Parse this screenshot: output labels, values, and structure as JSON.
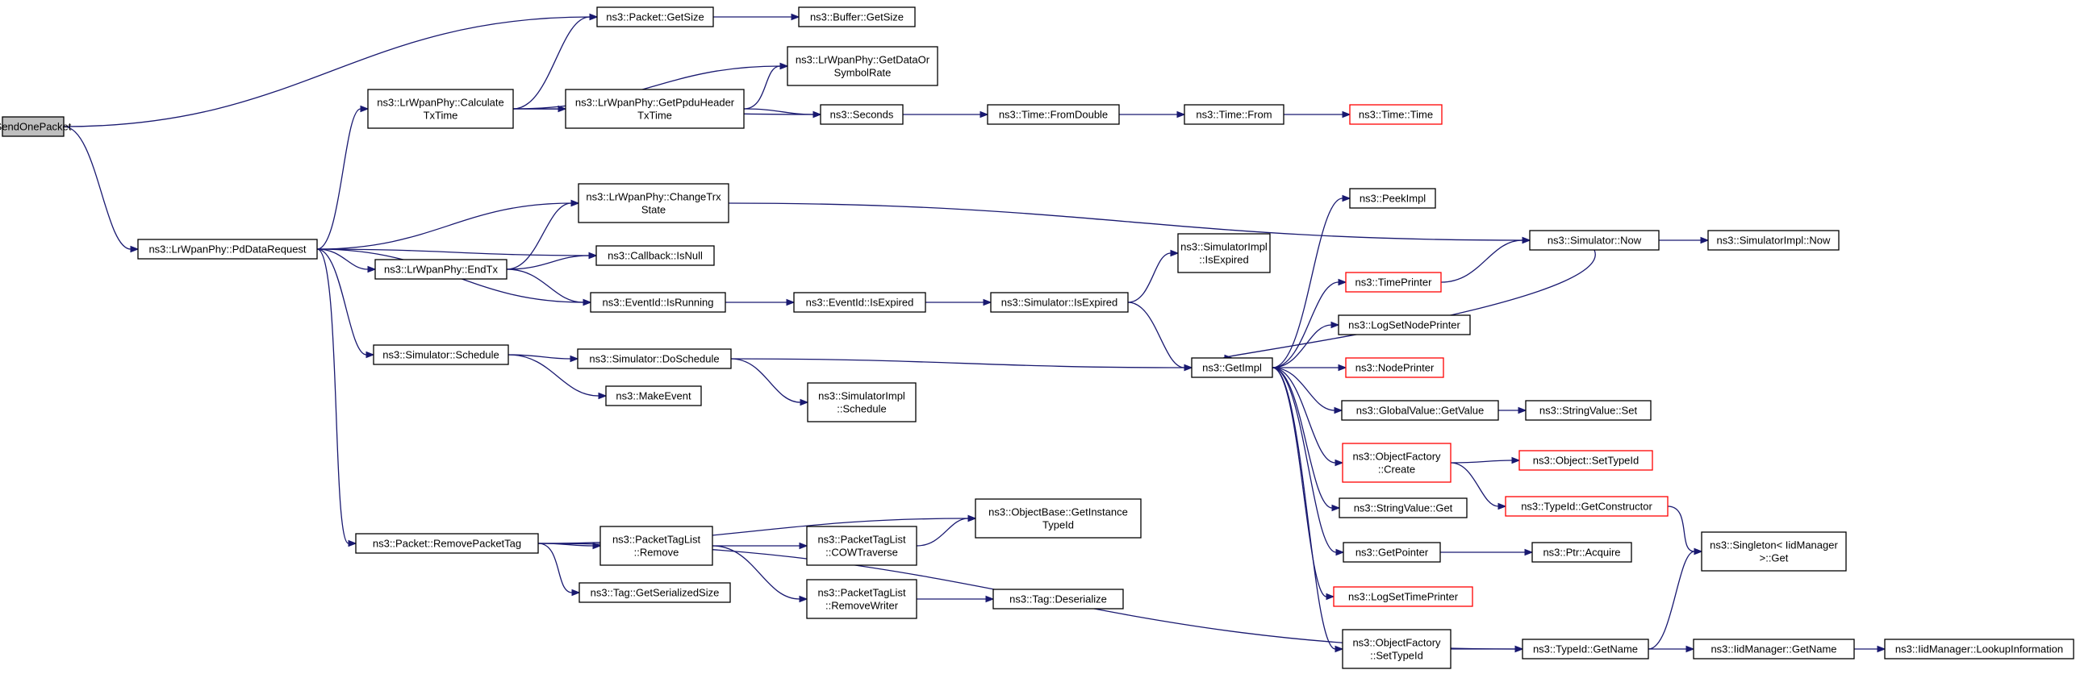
{
  "colors": {
    "edge": "#191970",
    "box_border": "#000000",
    "truncated_border": "#ff0000",
    "root_fill": "#bfbfbf"
  },
  "nodes": {
    "sendonepacket": {
      "lines": [
        "SendOnePacket"
      ],
      "style": "root"
    },
    "pdDataRequest": {
      "lines": [
        "ns3::LrWpanPhy::PdDataRequest"
      ],
      "style": "normal"
    },
    "calcTxTime": {
      "lines": [
        "ns3::LrWpanPhy::Calculate",
        "TxTime"
      ],
      "style": "normal"
    },
    "packetGetSize": {
      "lines": [
        "ns3::Packet::GetSize"
      ],
      "style": "normal"
    },
    "bufferGetSize": {
      "lines": [
        "ns3::Buffer::GetSize"
      ],
      "style": "normal"
    },
    "getDataOrSymbolRate": {
      "lines": [
        "ns3::LrWpanPhy::GetDataOr",
        "SymbolRate"
      ],
      "style": "normal"
    },
    "getPpduHeaderTxTime": {
      "lines": [
        "ns3::LrWpanPhy::GetPpduHeader",
        "TxTime"
      ],
      "style": "normal"
    },
    "seconds": {
      "lines": [
        "ns3::Seconds"
      ],
      "style": "normal"
    },
    "timeFromDouble": {
      "lines": [
        "ns3::Time::FromDouble"
      ],
      "style": "normal"
    },
    "timeFrom": {
      "lines": [
        "ns3::Time::From"
      ],
      "style": "normal"
    },
    "timeTime": {
      "lines": [
        "ns3::Time::Time"
      ],
      "style": "red"
    },
    "changeTrxState": {
      "lines": [
        "ns3::LrWpanPhy::ChangeTrx",
        "State"
      ],
      "style": "normal"
    },
    "callbackIsNull": {
      "lines": [
        "ns3::Callback::IsNull"
      ],
      "style": "normal"
    },
    "endTx": {
      "lines": [
        "ns3::LrWpanPhy::EndTx"
      ],
      "style": "normal"
    },
    "eventIdIsRunning": {
      "lines": [
        "ns3::EventId::IsRunning"
      ],
      "style": "normal"
    },
    "eventIdIsExpired": {
      "lines": [
        "ns3::EventId::IsExpired"
      ],
      "style": "normal"
    },
    "simulatorIsExpired": {
      "lines": [
        "ns3::Simulator::IsExpired"
      ],
      "style": "normal"
    },
    "simImplIsExpired": {
      "lines": [
        "ns3::SimulatorImpl",
        "::IsExpired"
      ],
      "style": "normal"
    },
    "peekImpl": {
      "lines": [
        "ns3::PeekImpl"
      ],
      "style": "normal"
    },
    "simulatorNow": {
      "lines": [
        "ns3::Simulator::Now"
      ],
      "style": "normal"
    },
    "simImplNow": {
      "lines": [
        "ns3::SimulatorImpl::Now"
      ],
      "style": "normal"
    },
    "timePrinter": {
      "lines": [
        "ns3::TimePrinter"
      ],
      "style": "red"
    },
    "getImpl": {
      "lines": [
        "ns3::GetImpl"
      ],
      "style": "normal"
    },
    "logSetNodePrinter": {
      "lines": [
        "ns3::LogSetNodePrinter"
      ],
      "style": "normal"
    },
    "nodePrinter": {
      "lines": [
        "ns3::NodePrinter"
      ],
      "style": "red"
    },
    "globalValueGetValue": {
      "lines": [
        "ns3::GlobalValue::GetValue"
      ],
      "style": "normal"
    },
    "stringValueSet": {
      "lines": [
        "ns3::StringValue::Set"
      ],
      "style": "normal"
    },
    "objectFactoryCreate": {
      "lines": [
        "ns3::ObjectFactory",
        "::Create"
      ],
      "style": "red"
    },
    "objectSetTypeId": {
      "lines": [
        "ns3::Object::SetTypeId"
      ],
      "style": "red"
    },
    "typeIdGetConstructor": {
      "lines": [
        "ns3::TypeId::GetConstructor"
      ],
      "style": "red"
    },
    "stringValueGet": {
      "lines": [
        "ns3::StringValue::Get"
      ],
      "style": "normal"
    },
    "getPointer": {
      "lines": [
        "ns3::GetPointer"
      ],
      "style": "normal"
    },
    "ptrAcquire": {
      "lines": [
        "ns3::Ptr::Acquire"
      ],
      "style": "normal"
    },
    "singletonGet": {
      "lines": [
        "ns3::Singleton< IidManager",
        " >::Get"
      ],
      "style": "normal"
    },
    "logSetTimePrinter": {
      "lines": [
        "ns3::LogSetTimePrinter"
      ],
      "style": "red"
    },
    "objectFactorySetTypeId": {
      "lines": [
        "ns3::ObjectFactory",
        "::SetTypeId"
      ],
      "style": "normal"
    },
    "typeIdGetName": {
      "lines": [
        "ns3::TypeId::GetName"
      ],
      "style": "normal"
    },
    "iidManagerGetName": {
      "lines": [
        "ns3::IidManager::GetName"
      ],
      "style": "normal"
    },
    "iidManagerLookup": {
      "lines": [
        "ns3::IidManager::LookupInformation"
      ],
      "style": "normal"
    },
    "simulatorSchedule": {
      "lines": [
        "ns3::Simulator::Schedule"
      ],
      "style": "normal"
    },
    "simulatorDoSchedule": {
      "lines": [
        "ns3::Simulator::DoSchedule"
      ],
      "style": "normal"
    },
    "makeEvent": {
      "lines": [
        "ns3::MakeEvent"
      ],
      "style": "normal"
    },
    "simImplSchedule": {
      "lines": [
        "ns3::SimulatorImpl",
        "::Schedule"
      ],
      "style": "normal"
    },
    "removePacketTag": {
      "lines": [
        "ns3::Packet::RemovePacketTag"
      ],
      "style": "normal"
    },
    "objectBaseGetInstanceTypeId": {
      "lines": [
        "ns3::ObjectBase::GetInstance",
        "TypeId"
      ],
      "style": "normal"
    },
    "packetTagListRemove": {
      "lines": [
        "ns3::PacketTagList",
        "::Remove"
      ],
      "style": "normal"
    },
    "packetTagListCowTraverse": {
      "lines": [
        "ns3::PacketTagList",
        "::COWTraverse"
      ],
      "style": "normal"
    },
    "tagGetSerializedSize": {
      "lines": [
        "ns3::Tag::GetSerializedSize"
      ],
      "style": "normal"
    },
    "packetTagListRemoveWriter": {
      "lines": [
        "ns3::PacketTagList",
        "::RemoveWriter"
      ],
      "style": "normal"
    },
    "tagDeserialize": {
      "lines": [
        "ns3::Tag::Deserialize"
      ],
      "style": "normal"
    }
  },
  "edges": [
    [
      "sendonepacket",
      "packetGetSize"
    ],
    [
      "sendonepacket",
      "pdDataRequest"
    ],
    [
      "pdDataRequest",
      "calcTxTime"
    ],
    [
      "pdDataRequest",
      "changeTrxState"
    ],
    [
      "pdDataRequest",
      "callbackIsNull"
    ],
    [
      "pdDataRequest",
      "endTx"
    ],
    [
      "pdDataRequest",
      "eventIdIsRunning"
    ],
    [
      "pdDataRequest",
      "simulatorSchedule"
    ],
    [
      "pdDataRequest",
      "removePacketTag"
    ],
    [
      "calcTxTime",
      "packetGetSize"
    ],
    [
      "calcTxTime",
      "getDataOrSymbolRate"
    ],
    [
      "calcTxTime",
      "getPpduHeaderTxTime"
    ],
    [
      "calcTxTime",
      "seconds"
    ],
    [
      "packetGetSize",
      "bufferGetSize"
    ],
    [
      "getPpduHeaderTxTime",
      "getDataOrSymbolRate"
    ],
    [
      "getPpduHeaderTxTime",
      "seconds"
    ],
    [
      "seconds",
      "timeFromDouble"
    ],
    [
      "timeFromDouble",
      "timeFrom"
    ],
    [
      "timeFrom",
      "timeTime"
    ],
    [
      "changeTrxState",
      "simulatorNow"
    ],
    [
      "endTx",
      "changeTrxState"
    ],
    [
      "endTx",
      "callbackIsNull"
    ],
    [
      "endTx",
      "eventIdIsRunning"
    ],
    [
      "eventIdIsRunning",
      "eventIdIsExpired"
    ],
    [
      "eventIdIsExpired",
      "simulatorIsExpired"
    ],
    [
      "simulatorIsExpired",
      "simImplIsExpired"
    ],
    [
      "simulatorIsExpired",
      "getImpl"
    ],
    [
      "simulatorNow",
      "simImplNow"
    ],
    [
      "simulatorNow",
      "getImpl"
    ],
    [
      "timePrinter",
      "simulatorNow"
    ],
    [
      "getImpl",
      "peekImpl"
    ],
    [
      "getImpl",
      "timePrinter"
    ],
    [
      "getImpl",
      "logSetNodePrinter"
    ],
    [
      "getImpl",
      "nodePrinter"
    ],
    [
      "getImpl",
      "globalValueGetValue"
    ],
    [
      "getImpl",
      "objectFactoryCreate"
    ],
    [
      "getImpl",
      "stringValueGet"
    ],
    [
      "getImpl",
      "getPointer"
    ],
    [
      "getImpl",
      "logSetTimePrinter"
    ],
    [
      "getImpl",
      "objectFactorySetTypeId"
    ],
    [
      "globalValueGetValue",
      "stringValueSet"
    ],
    [
      "objectFactoryCreate",
      "objectSetTypeId"
    ],
    [
      "objectFactoryCreate",
      "typeIdGetConstructor"
    ],
    [
      "typeIdGetConstructor",
      "singletonGet"
    ],
    [
      "getPointer",
      "ptrAcquire"
    ],
    [
      "objectFactorySetTypeId",
      "typeIdGetName"
    ],
    [
      "typeIdGetName",
      "singletonGet"
    ],
    [
      "typeIdGetName",
      "iidManagerGetName"
    ],
    [
      "iidManagerGetName",
      "iidManagerLookup"
    ],
    [
      "simulatorSchedule",
      "simulatorDoSchedule"
    ],
    [
      "simulatorSchedule",
      "makeEvent"
    ],
    [
      "simulatorDoSchedule",
      "getImpl"
    ],
    [
      "simulatorDoSchedule",
      "simImplSchedule"
    ],
    [
      "removePacketTag",
      "objectBaseGetInstanceTypeId"
    ],
    [
      "removePacketTag",
      "packetTagListRemove"
    ],
    [
      "removePacketTag",
      "tagGetSerializedSize"
    ],
    [
      "removePacketTag",
      "typeIdGetName"
    ],
    [
      "packetTagListRemove",
      "packetTagListCowTraverse"
    ],
    [
      "packetTagListRemove",
      "packetTagListRemoveWriter"
    ],
    [
      "packetTagListCowTraverse",
      "objectBaseGetInstanceTypeId"
    ],
    [
      "packetTagListRemoveWriter",
      "tagDeserialize"
    ]
  ]
}
